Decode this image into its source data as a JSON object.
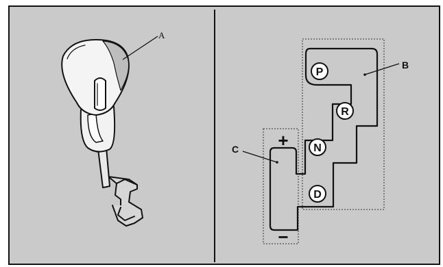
{
  "figure": {
    "callouts": {
      "knob": "A",
      "gate": "B",
      "manual": "C"
    },
    "gate_positions": [
      "P",
      "R",
      "N",
      "D"
    ],
    "manual_symbols": {
      "plus": "+",
      "minus": "−"
    }
  }
}
